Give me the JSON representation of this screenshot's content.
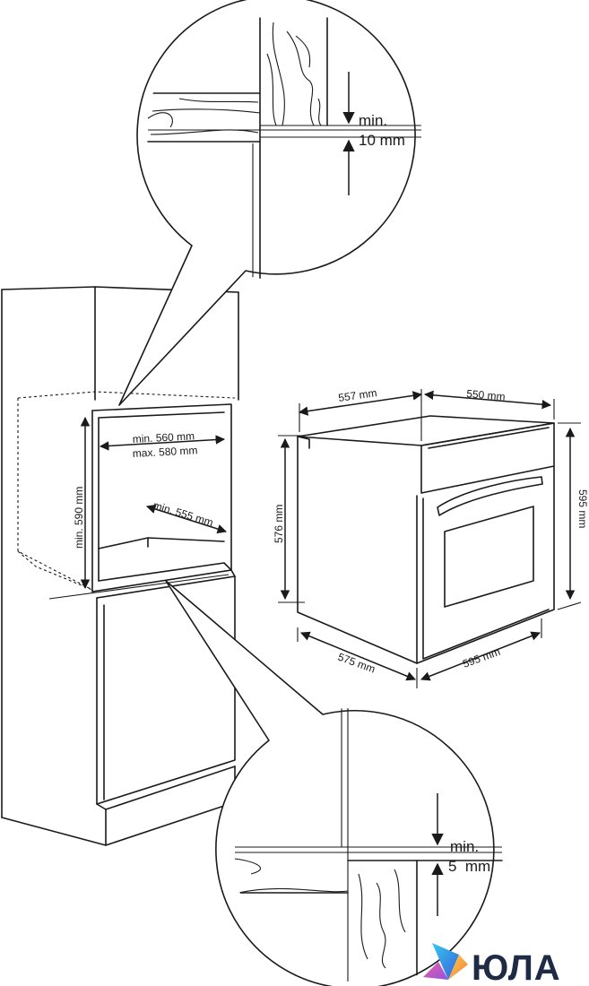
{
  "details": {
    "top": {
      "min_label": "min.",
      "min_value": "10 mm"
    },
    "bottom": {
      "min_label": "min.",
      "min_value": "5  mm"
    }
  },
  "cabinet": {
    "width_min": "min. 560 mm",
    "width_max": "max. 580 mm",
    "height_min": "min. 590 mm",
    "depth_min": "min. 555 mm"
  },
  "oven": {
    "top_depth": "557 mm",
    "top_width": "550 mm",
    "side_height": "576 mm",
    "front_height": "595 mm",
    "bottom_depth": "575 mm",
    "bottom_width": "595 mm"
  },
  "brand": {
    "name": "ЮЛА"
  }
}
